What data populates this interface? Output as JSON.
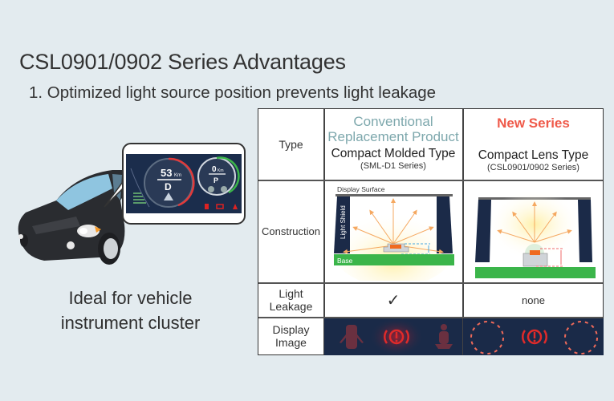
{
  "header": {
    "title": "CSL0901/0902 Series Advantages",
    "subtitle": "1. Optimized light source position prevents light leakage"
  },
  "illustration": {
    "caption_line1": "Ideal for vehicle",
    "caption_line2": "instrument cluster",
    "cluster": {
      "left_gauge_speed": "53",
      "left_gauge_unit": "Km",
      "left_gauge_gear": "D",
      "right_gauge_speed": "0",
      "right_gauge_unit": "Km",
      "right_gauge_gear": "P"
    }
  },
  "table": {
    "rows": {
      "type_label": "Type",
      "construction_label": "Construction",
      "leakage_label_1": "Light",
      "leakage_label_2": "Leakage",
      "display_label_1": "Display",
      "display_label_2": "Image"
    },
    "conventional": {
      "heading_1": "Conventional",
      "heading_2": "Replacement Product",
      "type_name": "Compact Molded Type",
      "series": "(SML-D1 Series)",
      "diagram_display_surface": "Display Surface",
      "diagram_light_shield": "Light Shield",
      "diagram_base": "Base",
      "leakage_value": "✓"
    },
    "new_series": {
      "heading": "New Series",
      "type_name": "Compact Lens Type",
      "series": "(CSL0901/0902 Series)",
      "leakage_value": "none"
    }
  },
  "colors": {
    "background": "#e3ebef",
    "conventional_heading": "#7ea8ad",
    "new_series_heading": "#ef5a4a",
    "shield_navy": "#1b2a48",
    "base_green": "#3bb54a",
    "display_bg": "#1a2a48",
    "warning_red": "#e02a2a"
  }
}
